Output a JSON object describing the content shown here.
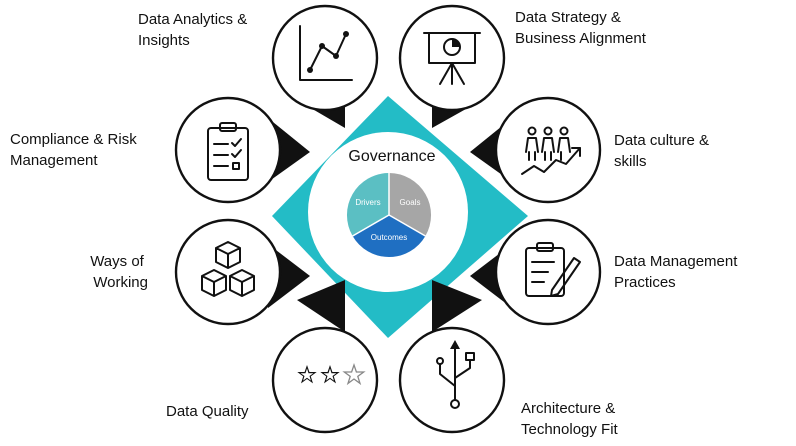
{
  "center": {
    "title": "Governance",
    "pie": {
      "segments": [
        {
          "label": "Drivers",
          "color": "#5bbfc3"
        },
        {
          "label": "Goals",
          "color": "#a6a6a6"
        },
        {
          "label": "Outcomes",
          "color": "#1f6fc2"
        }
      ]
    }
  },
  "colors": {
    "diamond": "#23bcc6",
    "wedge": "#111111",
    "ring": "#111111"
  },
  "nodes": [
    {
      "key": "data-analytics",
      "lines": [
        "Data Analytics &",
        "Insights"
      ],
      "icon": "line-chart-icon"
    },
    {
      "key": "data-strategy",
      "lines": [
        "Data Strategy &",
        "Business Alignment"
      ],
      "icon": "presentation-board-icon"
    },
    {
      "key": "data-culture",
      "lines": [
        "Data culture &",
        "skills"
      ],
      "icon": "people-growth-icon"
    },
    {
      "key": "data-management",
      "lines": [
        "Data Management",
        "Practices"
      ],
      "icon": "clipboard-pen-icon"
    },
    {
      "key": "architecture",
      "lines": [
        "Architecture &",
        "Technology Fit"
      ],
      "icon": "usb-icon"
    },
    {
      "key": "data-quality",
      "lines": [
        "Data Quality"
      ],
      "icon": "star-rating-icon"
    },
    {
      "key": "ways-of-working",
      "lines": [
        "Ways of",
        "Working"
      ],
      "icon": "cubes-icon"
    },
    {
      "key": "compliance",
      "lines": [
        "Compliance & Risk",
        "Management"
      ],
      "icon": "checklist-icon"
    }
  ]
}
